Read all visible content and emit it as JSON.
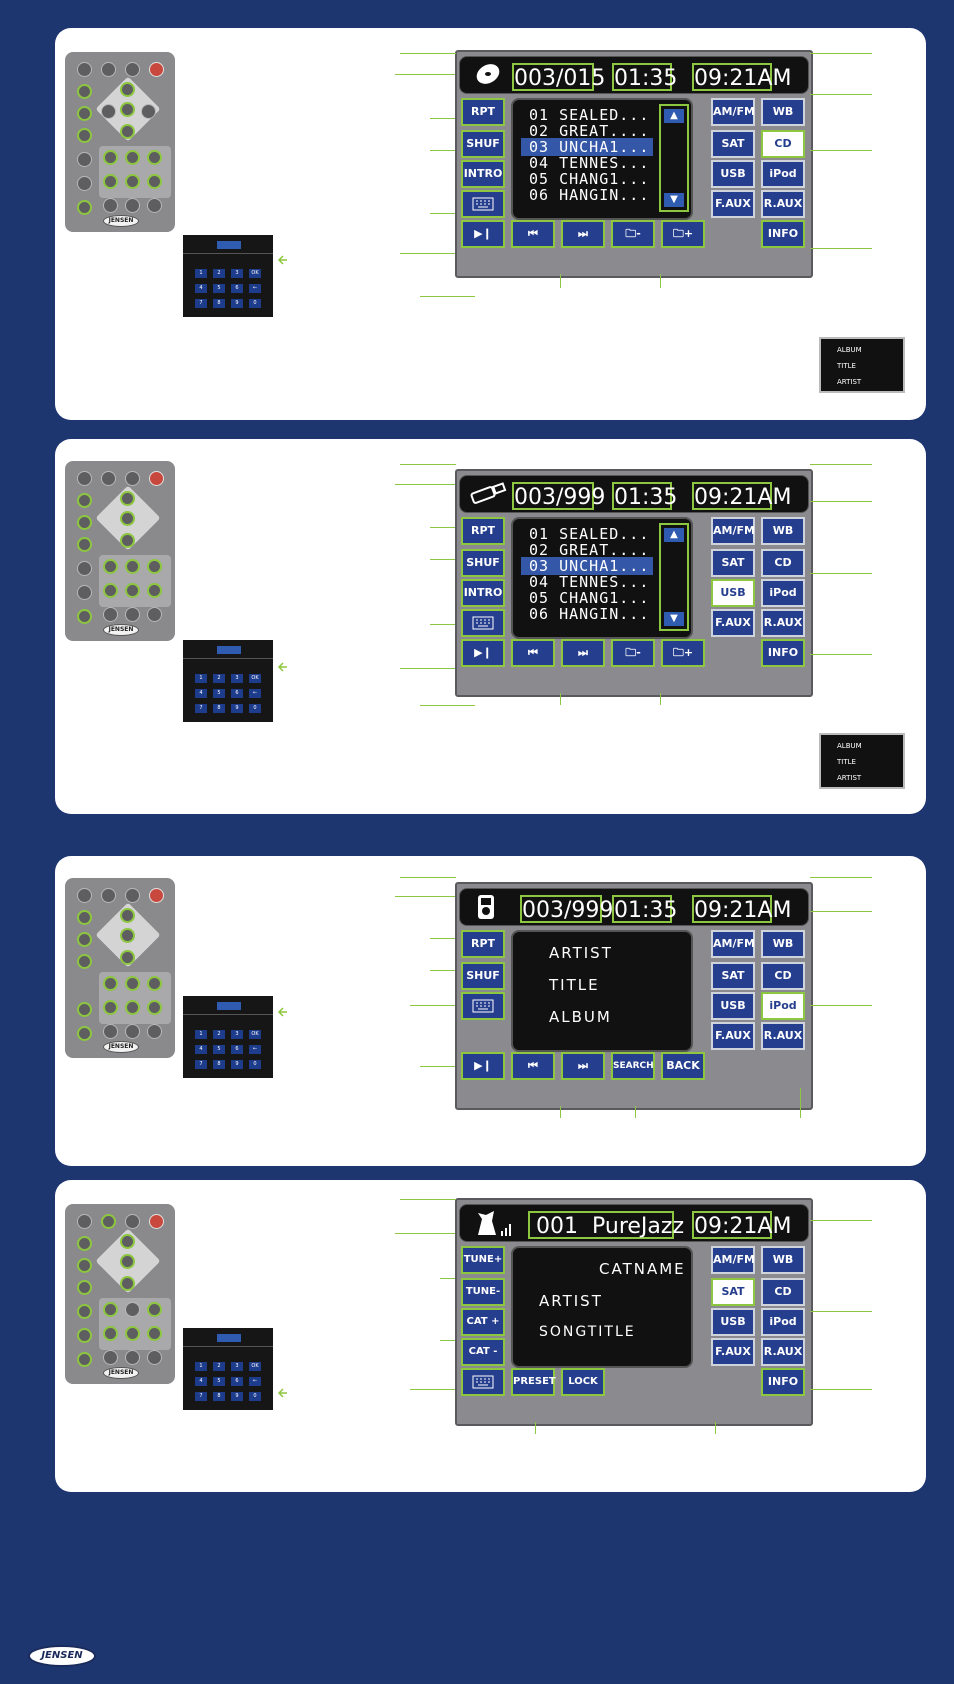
{
  "panels": {
    "cd": {
      "track_count": "003/015",
      "elapsed": "01:35",
      "clock": "09:21AM",
      "tracks": [
        "01 SEALED...",
        "02 GREAT....",
        "03 UNCHA1...",
        "04 TENNES...",
        "05 CHANG1...",
        "06 HANGIN..."
      ],
      "left_buttons": [
        "RPT",
        "SHUF",
        "INTRO"
      ],
      "source_buttons": [
        "AM/FM",
        "WB",
        "SAT",
        "CD",
        "USB",
        "iPod",
        "F.AUX",
        "R.AUX",
        "INFO"
      ],
      "meta_list": [
        "ALBUM",
        "TITLE",
        "ARTIST"
      ]
    },
    "usb": {
      "track_count": "003/999",
      "elapsed": "01:35",
      "clock": "09:21AM",
      "tracks": [
        "01 SEALED...",
        "02 GREAT....",
        "03 UNCHA1...",
        "04 TENNES...",
        "05 CHANG1...",
        "06 HANGIN..."
      ],
      "left_buttons": [
        "RPT",
        "SHUF",
        "INTRO"
      ],
      "source_buttons": [
        "AM/FM",
        "WB",
        "SAT",
        "CD",
        "USB",
        "iPod",
        "F.AUX",
        "R.AUX",
        "INFO"
      ],
      "meta_list": [
        "ALBUM",
        "TITLE",
        "ARTIST"
      ]
    },
    "ipod": {
      "track_count": "003/999",
      "elapsed": "01:35",
      "clock": "09:21AM",
      "info_lines": [
        "ARTIST",
        "TITLE",
        "ALBUM"
      ],
      "left_buttons": [
        "RPT",
        "SHUF"
      ],
      "search_label": "SEARCH",
      "back_label": "BACK",
      "source_buttons": [
        "AM/FM",
        "WB",
        "SAT",
        "CD",
        "USB",
        "iPod",
        "F.AUX",
        "R.AUX"
      ]
    },
    "sat": {
      "channel": "001",
      "channel_name": "PureJazz",
      "clock": "09:21AM",
      "info_lines": [
        "CATNAME",
        "ARTIST",
        "SONGTITLE"
      ],
      "left_buttons": [
        "TUNE+",
        "TUNE-",
        "CAT +",
        "CAT -"
      ],
      "preset_label": "PRESET",
      "lock_label": "LOCK",
      "source_buttons": [
        "AM/FM",
        "WB",
        "SAT",
        "CD",
        "USB",
        "iPod",
        "F.AUX",
        "R.AUX",
        "INFO"
      ]
    }
  },
  "keypad_keys": [
    "1",
    "2",
    "3",
    "OK",
    "4",
    "5",
    "6",
    "←",
    "7",
    "8",
    "9",
    "0"
  ],
  "remote_logo": "JENSEN",
  "footer_logo": "JENSEN",
  "colors": {
    "background": "#1e3670",
    "accent": "#8dc63f",
    "button": "#253e8e"
  }
}
